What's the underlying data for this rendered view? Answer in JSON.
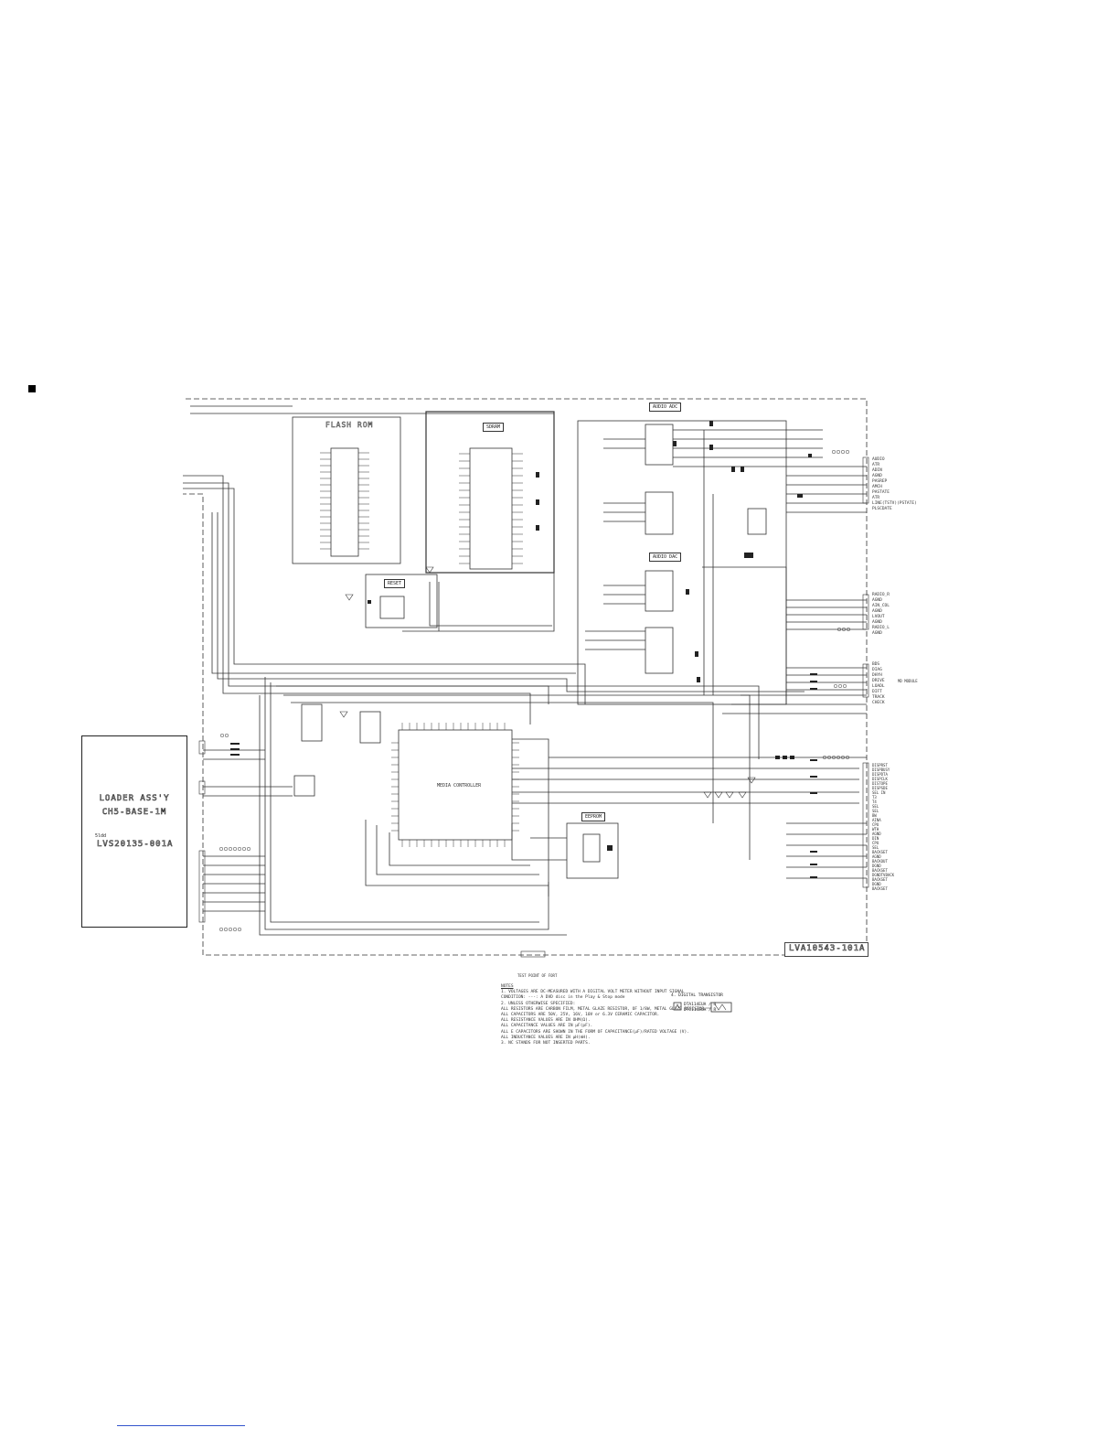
{
  "section_marker": "■",
  "blocks": {
    "flash_rom": "FLASH ROM",
    "sdram": "SDRAM",
    "audio_adc": "AUDIO ADC",
    "audio_dac": "AUDIO DAC",
    "media_controller": "MEDIA CONTROLLER",
    "eeprom": "EEPROM",
    "reset": "RESET"
  },
  "loader": {
    "line1": "LOADER ASS'Y",
    "line2": "CH5-BASE-1M",
    "sub": "5ldd",
    "part": "LVS20135-001A"
  },
  "board_part_number": "LVA10543-101A",
  "module_label": "MD MODULE",
  "test_point_label": "TEST POINT OF FORT",
  "connectors": {
    "top_right": [
      "AUDIO",
      "ATR",
      "ADIN",
      "AGND",
      "PASREP",
      "AMCH",
      "PASTATE",
      "ATR",
      "LINE(TSTV)(PSTATE)",
      "PLSCDATE"
    ],
    "mid_right": [
      "RADIO_R",
      "AGND",
      "AIN_COL",
      "AGND",
      "LVOUT",
      "AGND",
      "RADIO_L",
      "AGND"
    ],
    "md_right": [
      "BDS",
      "DIAG",
      "DHYH",
      "DRIVE",
      "LOADL",
      "DIFT",
      "TRACK",
      "CHECK"
    ],
    "lower_right": [
      "DISPRST",
      "DISPBUSY",
      "DISPDTA",
      "DISPCLK",
      "DISTOPE",
      "DISPSDE",
      "SEL IN",
      "T3",
      "T4",
      "SEL",
      "SEL",
      "BW",
      "AINA",
      "CPU",
      "WTH",
      "AGND",
      "DIN",
      "CPU",
      "SEL",
      "BACKSET",
      "AGND",
      "BACKOUT",
      "DGND",
      "BACKSET",
      "DGNDTVBACK",
      "BACKSET",
      "DGND",
      "BACKSET"
    ]
  },
  "notes": {
    "title": "NOTES",
    "lines": [
      "1. VOLTAGES ARE DC-MEASURED WITH A DIGITAL VOLT METER WITHOUT INPUT SIGNAL",
      "   CONDITION: ---: A DVD disc in the Play & Stop mode",
      "2. UNLESS OTHERWISE SPECIFIED:",
      "   ALL RESISTORS ARE CARBON FILM, METAL GLAZE RESISTOR, OF 1/8W, METAL GLAZE RESISTOR.",
      "   ALL CAPACITORS ARE 50V, 25V, 16V, 10V or 6.3V CERAMIC CAPACITOR.",
      "   ALL RESISTANCE VALUES ARE IN OHM(Ω).",
      "   ALL CAPACITANCE VALUES ARE IN μF(pF).",
      "   ALL E CAPACITORS ARE SHOWN IN THE FORM OF CAPACITANCE(μF)/RATED VOLTAGE (V).",
      "   ALL INDUCTANCE VALUES ARE IN μH(mH).",
      "3. NC STANDS FOR NOT INSERTED PARTS."
    ]
  },
  "transistor_note": {
    "title": "4. DIGITAL TRANSISTOR",
    "line1": "DTA114EUA / R",
    "line2": "DTC114EUA / R"
  }
}
